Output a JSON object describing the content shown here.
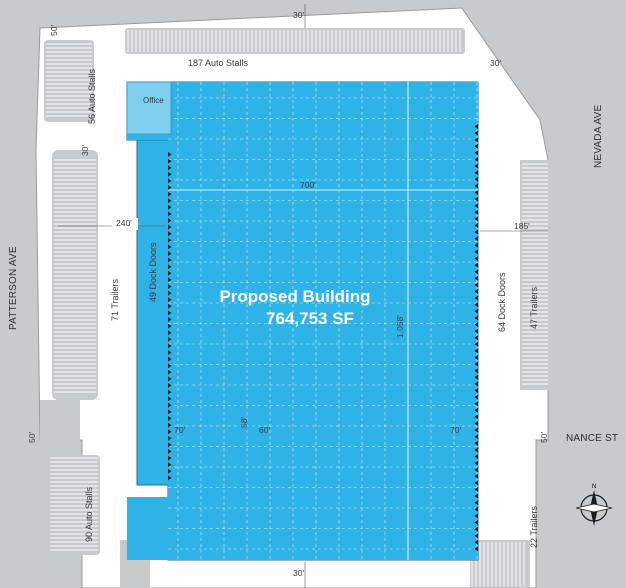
{
  "colors": {
    "building": "#2fb3e6",
    "office": "#7fd0ef",
    "road": "#c9cacc",
    "paving": "#ffffff",
    "islands": "#c9cacc",
    "lines": "#3a3a3a"
  },
  "roads": {
    "west": "PATTERSON AVE",
    "east": "NEVADA AVE",
    "south_east": "NANCE ST"
  },
  "building": {
    "title": "Proposed Building",
    "area": "764,753 SF",
    "office_label": "Office",
    "width_dim": "700'",
    "depth_dim": "1,058'",
    "bay_width": "60'",
    "bay_depth": "58'",
    "speed_bay_west": "70'",
    "speed_bay_east": "70'"
  },
  "site": {
    "north_stalls": "187 Auto Stalls",
    "nw_stalls": "56 Auto Stalls",
    "sw_stalls": "90 Auto Stalls",
    "west_trailers": "71 Trailers",
    "east_trailers": "47 Trailers",
    "se_trailers": "22 Trailers",
    "west_doors": "49 Dock Doors",
    "east_doors": "64 Dock Doors",
    "west_yard_dim": "240'",
    "east_yard_dim": "185'",
    "setback_north": "30'",
    "setback_ne": "30'",
    "setback_nw_road": "50'",
    "setback_nw_lot": "30'",
    "setback_sw_road": "50'",
    "setback_se_road": "50'",
    "setback_south": "30'"
  },
  "compass": "north-arrow-icon"
}
